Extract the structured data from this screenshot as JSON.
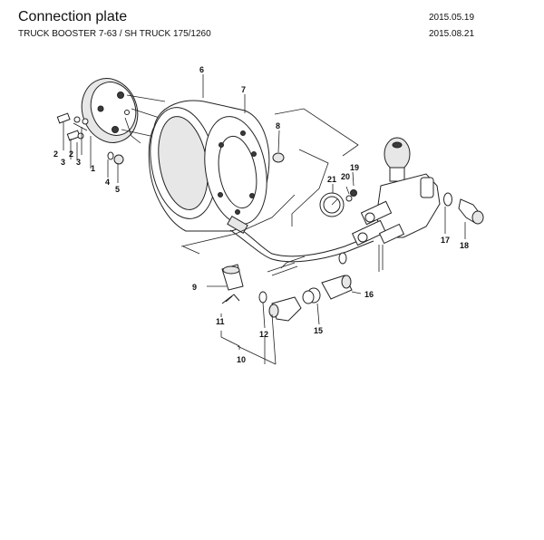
{
  "header": {
    "title": "Connection plate",
    "subtitle": "TRUCK BOOSTER 7-63 / SH TRUCK 175/1260",
    "date_created": "2015.05.19",
    "date_revised": "2015.08.21"
  },
  "callouts": [
    "1",
    "2",
    "3",
    "3",
    "2",
    "4",
    "5",
    "6",
    "7",
    "8",
    "9",
    "10",
    "11",
    "12",
    "15",
    "16",
    "17",
    "18",
    "19",
    "20",
    "21"
  ]
}
